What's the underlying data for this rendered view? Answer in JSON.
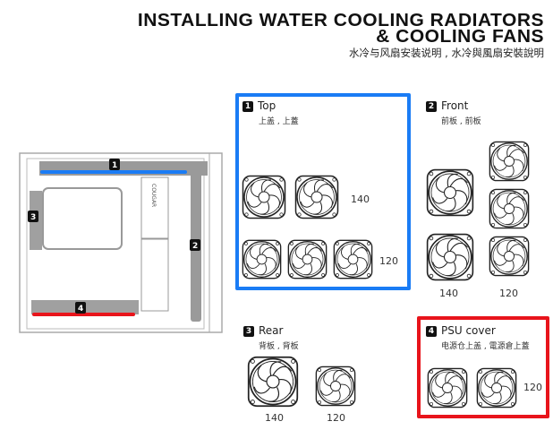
{
  "header": {
    "title_line1": "INSTALLING WATER COOLING RADIATORS",
    "title_line2": "& COOLING FANS",
    "subtitle": "水冷与风扇安装说明 , 水冷與風扇安裝說明"
  },
  "sections": [
    {
      "num": "1",
      "name": "Top",
      "cn": "上盖 , 上蓋",
      "sizes": [
        "140",
        "120"
      ],
      "highlight": "#1a7cf5"
    },
    {
      "num": "2",
      "name": "Front",
      "cn": "前板 , 前板",
      "sizes": [
        "140",
        "120"
      ]
    },
    {
      "num": "3",
      "name": "Rear",
      "cn": "背板 , 背板",
      "sizes": [
        "140",
        "120"
      ]
    },
    {
      "num": "4",
      "name": "PSU cover",
      "cn": "电源仓上盖 , 電源倉上蓋",
      "sizes": [
        "120"
      ],
      "highlight": "#e8141b"
    }
  ],
  "case": {
    "brand": "COUGAR",
    "markers": [
      "1",
      "2",
      "3",
      "4"
    ]
  }
}
